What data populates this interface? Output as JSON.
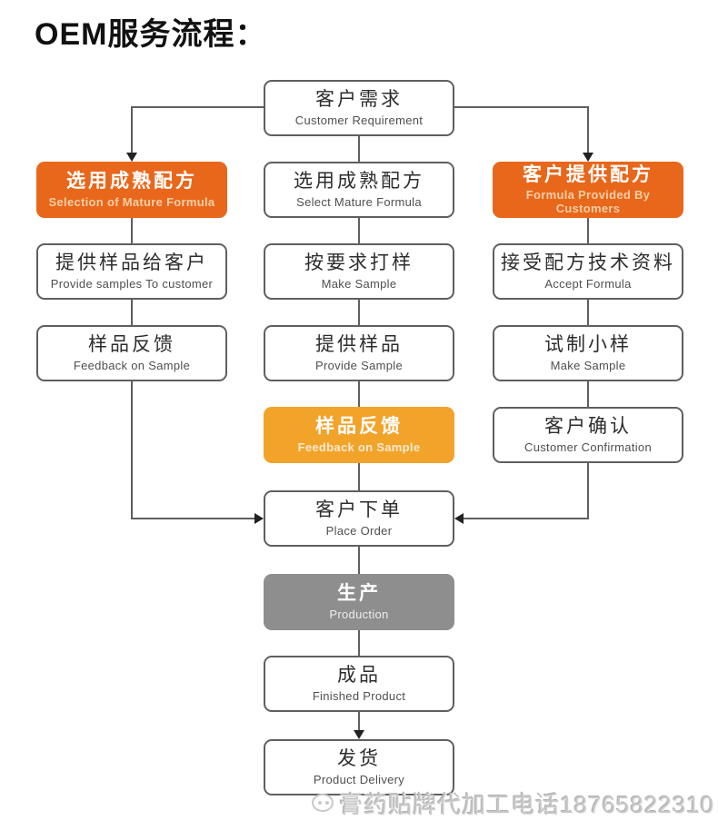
{
  "title": "OEM服务流程：",
  "colors": {
    "orange_dark": "#E8671B",
    "orange_light": "#F2A32A",
    "gray_box": "#8E8E8E",
    "line": "#5f5f5f",
    "arrow": "#222222"
  },
  "chart_type": "flowchart",
  "nodes": {
    "customer_requirement": {
      "zh": "客户需求",
      "en": "Customer Requirement"
    },
    "selection_mature": {
      "zh": "选用成熟配方",
      "en": "Selection of Mature Formula"
    },
    "select_mature": {
      "zh": "选用成熟配方",
      "en": "Select Mature Formula"
    },
    "formula_provided": {
      "zh": "客户提供配方",
      "en": "Formula  Provided By Customers"
    },
    "provide_samples_cust": {
      "zh": "提供样品给客户",
      "en": "Provide samples To customer"
    },
    "make_sample_center": {
      "zh": "按要求打样",
      "en": "Make Sample"
    },
    "accept_formula": {
      "zh": "接受配方技术资料",
      "en": "Accept Formula"
    },
    "feedback_left": {
      "zh": "样品反馈",
      "en": "Feedback on Sample"
    },
    "provide_sample": {
      "zh": "提供样品",
      "en": "Provide Sample"
    },
    "make_small_sample": {
      "zh": "试制小样",
      "en": "Make Sample"
    },
    "feedback_center": {
      "zh": "样品反馈",
      "en": "Feedback on Sample"
    },
    "customer_confirmation": {
      "zh": "客户确认",
      "en": "Customer Confirmation"
    },
    "place_order": {
      "zh": "客户下单",
      "en": "Place Order"
    },
    "production": {
      "zh": "生产",
      "en": "Production"
    },
    "finished_product": {
      "zh": "成品",
      "en": "Finished Product"
    },
    "product_delivery": {
      "zh": "发货",
      "en": "Product Delivery"
    }
  },
  "watermark": {
    "text": "膏药贴牌代加工电话18765822310"
  }
}
